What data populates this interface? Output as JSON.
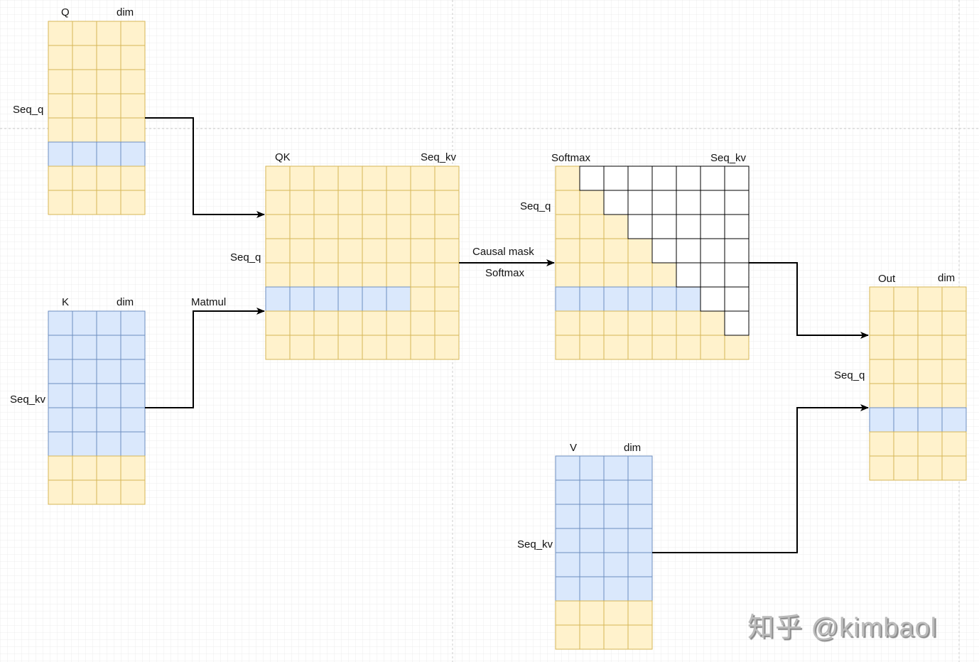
{
  "colors": {
    "query_yellow": "#fff2cc",
    "query_yellow_border": "#d6b656",
    "highlight_blue": "#dae8fc",
    "highlight_blue_border": "#6c8ebf",
    "masked_white": "#ffffff",
    "masked_border": "#000000",
    "arrow": "#000000"
  },
  "matrices": {
    "q": {
      "title": "Q",
      "cols_label": "dim",
      "rows_label": "Seq_q",
      "rows": 8,
      "cols": 4,
      "blue_rows": [
        5
      ]
    },
    "k": {
      "title": "K",
      "cols_label": "dim",
      "rows_label": "Seq_kv",
      "rows": 8,
      "cols": 4,
      "blue_rows": [
        0,
        1,
        2,
        3,
        4,
        5
      ]
    },
    "qk": {
      "title": "QK",
      "cols_label": "Seq_kv",
      "rows_label": "Seq_q",
      "rows": 8,
      "cols": 8,
      "blue_row": 5,
      "blue_cols": 6
    },
    "softmax": {
      "title": "Softmax",
      "cols_label": "Seq_kv",
      "rows_label": "Seq_q",
      "rows": 8,
      "cols": 8,
      "mask": "causal",
      "blue_row": 5
    },
    "v": {
      "title": "V",
      "cols_label": "dim",
      "rows_label": "Seq_kv",
      "rows": 8,
      "cols": 4,
      "blue_rows": [
        0,
        1,
        2,
        3,
        4,
        5
      ]
    },
    "out": {
      "title": "Out",
      "cols_label": "dim",
      "rows_label": "Seq_q",
      "rows": 8,
      "cols": 4,
      "blue_rows": [
        5
      ]
    }
  },
  "edges": {
    "matmul": "Matmul",
    "mask_line1": "Causal mask",
    "mask_line2": "Softmax"
  },
  "watermark": "知乎 @kimbaol"
}
